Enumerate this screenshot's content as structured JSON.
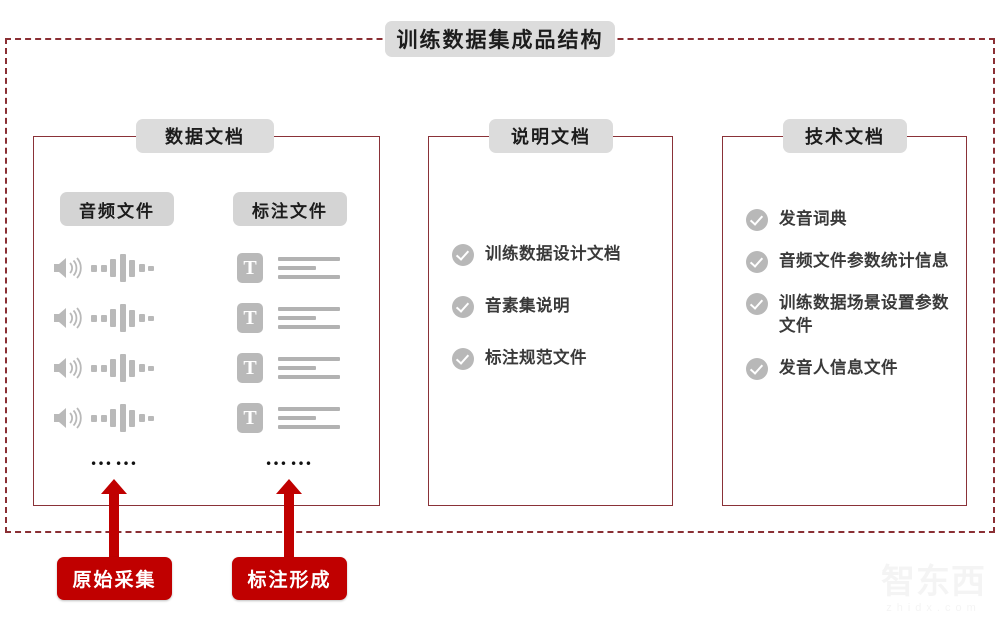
{
  "diagram": {
    "title": "训练数据集成品结构",
    "cards": [
      {
        "id": "data",
        "title": "数据文档",
        "columns": [
          {
            "heading": "音频文件",
            "icon": "speaker-icon",
            "rows": 4,
            "ellipsis": "……"
          },
          {
            "heading": "标注文件",
            "icon": "text-file-icon",
            "rows": 4,
            "ellipsis": "……"
          }
        ]
      },
      {
        "id": "desc",
        "title": "说明文档",
        "items": [
          "训练数据设计文档",
          "音素集说明",
          "标注规范文件"
        ]
      },
      {
        "id": "tech",
        "title": "技术文档",
        "items": [
          "发音词典",
          "音频文件参数统计信息",
          "训练数据场景设置参数文件",
          "发音人信息文件"
        ]
      }
    ],
    "buttons": [
      {
        "id": "collect",
        "label": "原始采集"
      },
      {
        "id": "annotate",
        "label": "标注形成"
      }
    ],
    "watermark": {
      "text": "智东西",
      "sub": "zhidx.com"
    },
    "colors": {
      "accent_red": "#c00000",
      "border_red": "#8a3238",
      "chip_gray": "#dcdcdc",
      "icon_gray": "#b8b8b8",
      "text_dark": "#1c1c1c"
    }
  }
}
